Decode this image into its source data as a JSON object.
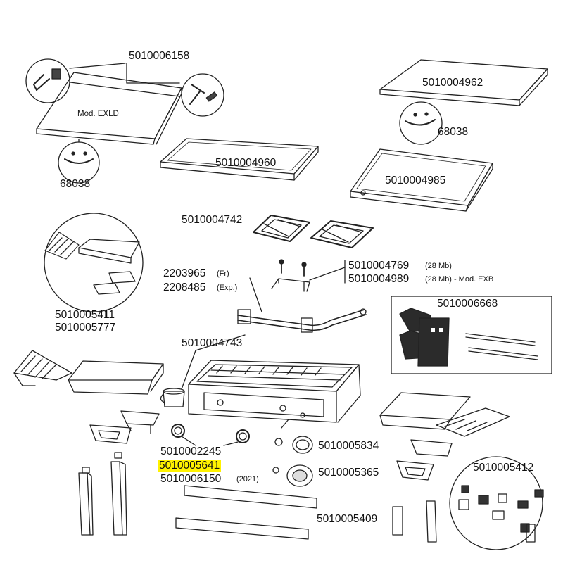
{
  "highlight_color": "#fff200",
  "labels": {
    "p_6158": "5010006158",
    "mod_exld": "Mod. EXLD",
    "p_68038_left": "68038",
    "p_4962": "5010004962",
    "p_68038_right": "68038",
    "p_4960": "5010004960",
    "p_4985": "5010004985",
    "p_4742": "5010004742",
    "p_4769": "5010004769",
    "p_4769_note": "(28 Mb)",
    "p_4989": "5010004989",
    "p_4989_note": "(28 Mb) - Mod. EXB",
    "p_2203965": "2203965",
    "p_2203965_note": "(Fr)",
    "p_2208485": "2208485",
    "p_2208485_note": "(Exp.)",
    "p_5411": "5010005411",
    "p_5777": "5010005777",
    "p_6668": "5010006668",
    "p_4743": "5010004743",
    "p_2245": "5010002245",
    "p_5641": "5010005641",
    "p_6150": "5010006150",
    "p_6150_note": "(2021)",
    "p_5834": "5010005834",
    "p_5365": "5010005365",
    "p_5412": "5010005412",
    "p_5409": "5010005409"
  }
}
